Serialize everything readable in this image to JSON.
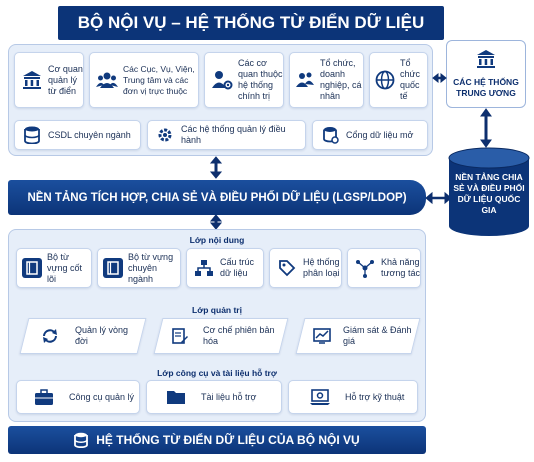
{
  "title": "BỘ NỘI VỤ – HỆ THỐNG TỪ ĐIỂN DỮ LIỆU",
  "top_row": [
    {
      "icon": "building-icon",
      "label": "Cơ quan quản lý từ điển"
    },
    {
      "icon": "people-icon",
      "label": "Các Cục, Vụ, Viện, Trung tâm và các đơn vị trực thuộc"
    },
    {
      "icon": "user-gear-icon",
      "label": "Các cơ quan thuộc hệ thống chính trị"
    },
    {
      "icon": "users-icon",
      "label": "Tổ chức, doanh nghiệp, cá nhân"
    },
    {
      "icon": "globe-icon",
      "label": "Tổ chức quốc tế"
    }
  ],
  "second_row": [
    {
      "icon": "database-icon",
      "label": "CSDL chuyên ngành"
    },
    {
      "icon": "gear-icon",
      "label": "Các hệ thống quản lý điều hành"
    },
    {
      "icon": "open-data-icon",
      "label": "Cổng dữ liệu mở"
    }
  ],
  "central_systems": {
    "icon": "building-icon",
    "label": "CÁC HỆ THỐNG TRUNG ƯƠNG"
  },
  "platform_bar": "NỀN TẢNG TÍCH HỢP, CHIA SẺ VÀ ĐIỀU PHỐI DỮ LIỆU (LGSP/LDOP)",
  "national_platform": "NỀN TẢNG CHIA SẺ VÀ ĐIỀU PHỐI DỮ LIỆU QUỐC GIA",
  "content_layer": {
    "title": "Lớp nội dung",
    "items": [
      {
        "icon": "book-icon",
        "label": "Bộ từ vựng cốt lõi"
      },
      {
        "icon": "book-icon",
        "label": "Bộ từ vựng chuyên ngành"
      },
      {
        "icon": "structure-icon",
        "label": "Cấu trúc dữ liệu"
      },
      {
        "icon": "tag-icon",
        "label": "Hệ thống phân loại"
      },
      {
        "icon": "network-icon",
        "label": "Khả năng tương tác"
      }
    ]
  },
  "governance_layer": {
    "title": "Lớp quản trị",
    "items": [
      {
        "icon": "cycle-icon",
        "label": "Quản lý vòng đời"
      },
      {
        "icon": "edit-document-icon",
        "label": "Cơ chế phiên bản hóa"
      },
      {
        "icon": "chart-icon",
        "label": "Giám sát & Đánh giá"
      }
    ]
  },
  "tools_layer": {
    "title": "Lớp công cụ và tài liệu hỗ trợ",
    "items": [
      {
        "icon": "briefcase-icon",
        "label": "Công cụ quản lý"
      },
      {
        "icon": "folder-icon",
        "label": "Tài liệu hỗ trợ"
      },
      {
        "icon": "laptop-gear-icon",
        "label": "Hỗ trợ kỹ thuật"
      }
    ]
  },
  "footer": "HỆ THỐNG TỪ ĐIỂN DỮ LIỆU CỦA BỘ NỘI VỤ",
  "colors": {
    "primary": "#0c3478",
    "panel": "#e6eef9",
    "border": "#b7c9e6"
  }
}
